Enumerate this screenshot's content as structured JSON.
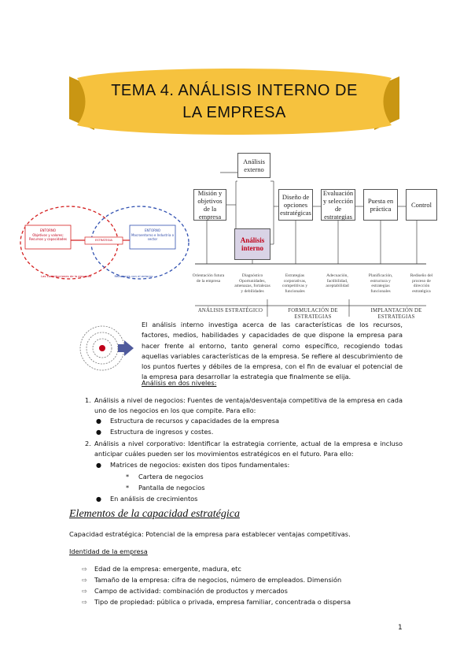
{
  "header": {
    "title_line1": "TEMA 4. ANÁLISIS INTERNO DE",
    "title_line2": "LA EMPRESA"
  },
  "colors": {
    "banner_yellow": "#f6c23e",
    "banner_dark": "#c99613",
    "highlight_box": "#d9d3e6",
    "red_title": "#c0001a",
    "red_circle": "#d42020",
    "blue_circle": "#3050b0",
    "arrow_blue": "#4f5a9c"
  },
  "diagram": {
    "boxes": {
      "analisis_externo": "Análisis externo",
      "mision": "Misión y objetivos de la empresa",
      "analisis_interno": "Análisis interno",
      "diseno": "Diseño de opciones estratégicas",
      "evaluacion": "Evaluación y selección de estrategias",
      "puesta": "Puesta en práctica",
      "control": "Control"
    },
    "subtexts": {
      "s1": "Orientación futura de la empresa",
      "s2": "Diagnóstico Oportunidades, amenazas, fortalezas y debilidades",
      "s3": "Estrategias corporativas, competitivas y funcionales",
      "s4": "Adecuación, factibilidad, aceptabilidad",
      "s5": "Planificación, estructura y estrategias funcionales",
      "s6": "Rediseño del proceso de dirección estratégica"
    },
    "phases": {
      "p1": "ANÁLISIS ESTRATÉGICO",
      "p2": "FORMULACIÓN DE ESTRATEGIAS",
      "p3": "IMPLANTACIÓN DE ESTRATEGIAS"
    }
  },
  "venn": {
    "left_title": "ENTORNO",
    "left_text": "Objetivos y valores; Recursos y capacidades",
    "center": "ESTRATEGIA",
    "right_title": "ENTORNO",
    "right_text": "Macroentorno e Industria o sector",
    "left_caption": "Las contribuciones de la empresa",
    "right_caption": "Relaciones con el entorno"
  },
  "body": {
    "intro": "El análisis interno investiga acerca de las características de los recursos, factores, medios, habilidades y capacidades de que dispone la empresa para hacer frente al entorno, tanto general como específico, recogiendo todas aquellas variables características de la empresa. Se refiere al descubrimiento de los puntos fuertes y débiles de la empresa, con el fin de evaluar el potencial de la empresa para desarrollar la estrategia que finalmente se elija.",
    "niveles_title": "Análisis en dos niveles:",
    "item1_num": "1.",
    "item1": "Análisis a nivel de negocios: Fuentes de ventaja/desventaja competitiva de la empresa en cada uno de los negocios en los que compite. Para ello:",
    "item1_b1": "Estructura de recursos y capacidades de la empresa",
    "item1_b2": "Estructura de ingresos y costes.",
    "item2_num": "2.",
    "item2": "Análisis a nivel corporativo: Identificar la estrategia corriente, actual de la empresa e incluso anticipar cuáles pueden ser los movimientos estratégicos en el futuro. Para ello:",
    "item2_b1": "Matrices de negocios: existen dos tipos fundamentales:",
    "item2_s1": "Cartera de negocios",
    "item2_s2": "Pantalla de negocios",
    "item2_b2": "En análisis de crecimientos",
    "section_title": "Elementos de la capacidad estratégica",
    "capacidad": "Capacidad estratégica: Potencial de la empresa para establecer ventajas competitivas.",
    "identidad_title": "Identidad de la empresa",
    "id1": "Edad de la empresa: emergente, madura, etc",
    "id2": "Tamaño de la empresa: cifra de negocios, número de empleados. Dimensión",
    "id3": "Campo de actividad: combinación de productos y mercados",
    "id4": "Tipo de propiedad: pública o privada, empresa familiar, concentrada o dispersa",
    "page_number": "1"
  },
  "icons": {
    "bullet": "●",
    "sub_bullet": "*",
    "arrow_bullet": "⇨"
  }
}
